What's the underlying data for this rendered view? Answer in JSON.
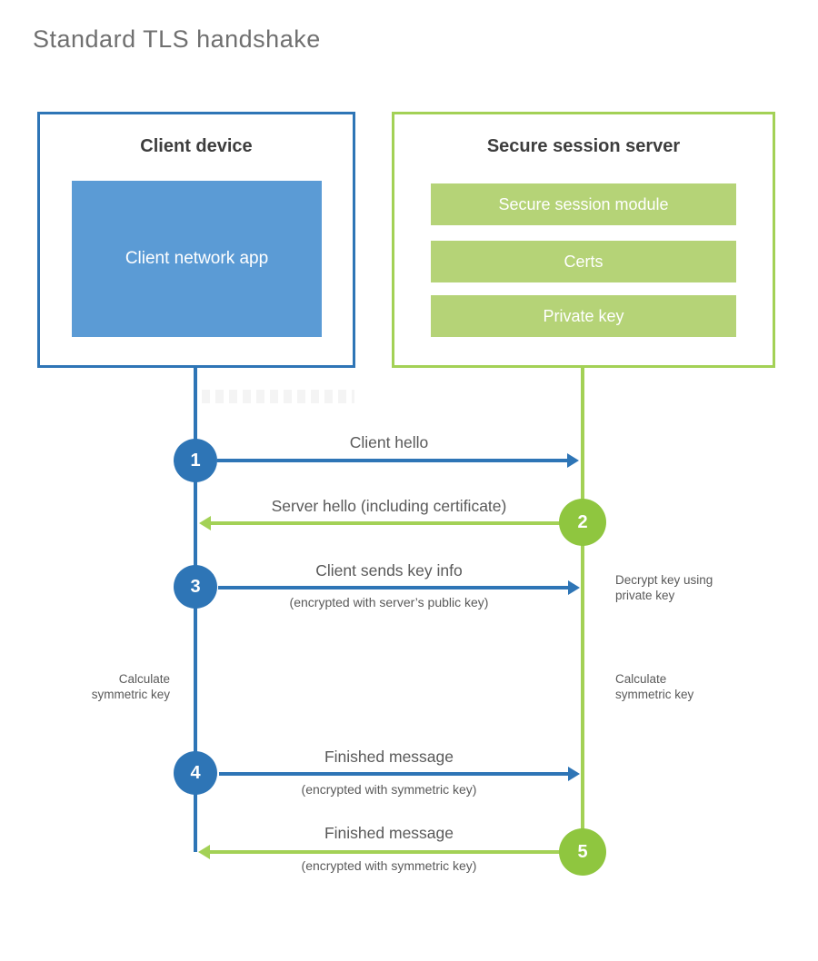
{
  "title": "Standard TLS handshake",
  "colors": {
    "blue": "#2e75b6",
    "blue_fill": "#5b9bd5",
    "green_line": "#a3d156",
    "green_circle": "#8fc63f",
    "green_fill": "#b5d377",
    "heading_text": "#3d3d3d",
    "label_text": "#595959",
    "title_text": "#707070"
  },
  "client": {
    "title": "Client device",
    "app_label": "Client network app"
  },
  "server": {
    "title": "Secure session server",
    "modules": [
      "Secure session module",
      "Certs",
      "Private key"
    ]
  },
  "steps": [
    {
      "num": "1",
      "label": "Client hello",
      "sub": "",
      "from": "client",
      "to": "server"
    },
    {
      "num": "2",
      "label": "Server hello (including certificate)",
      "sub": "",
      "from": "server",
      "to": "client"
    },
    {
      "num": "3",
      "label": "Client sends key info",
      "sub": "(encrypted with server’s public key)",
      "from": "client",
      "to": "server"
    },
    {
      "num": "4",
      "label": "Finished message",
      "sub": "(encrypted with symmetric key)",
      "from": "client",
      "to": "server"
    },
    {
      "num": "5",
      "label": "Finished message",
      "sub": "(encrypted with symmetric key)",
      "from": "server",
      "to": "client"
    }
  ],
  "notes": {
    "decrypt": "Decrypt key using\nprivate key",
    "calc_left": "Calculate\nsymmetric key",
    "calc_right": "Calculate\nsymmetric key"
  }
}
